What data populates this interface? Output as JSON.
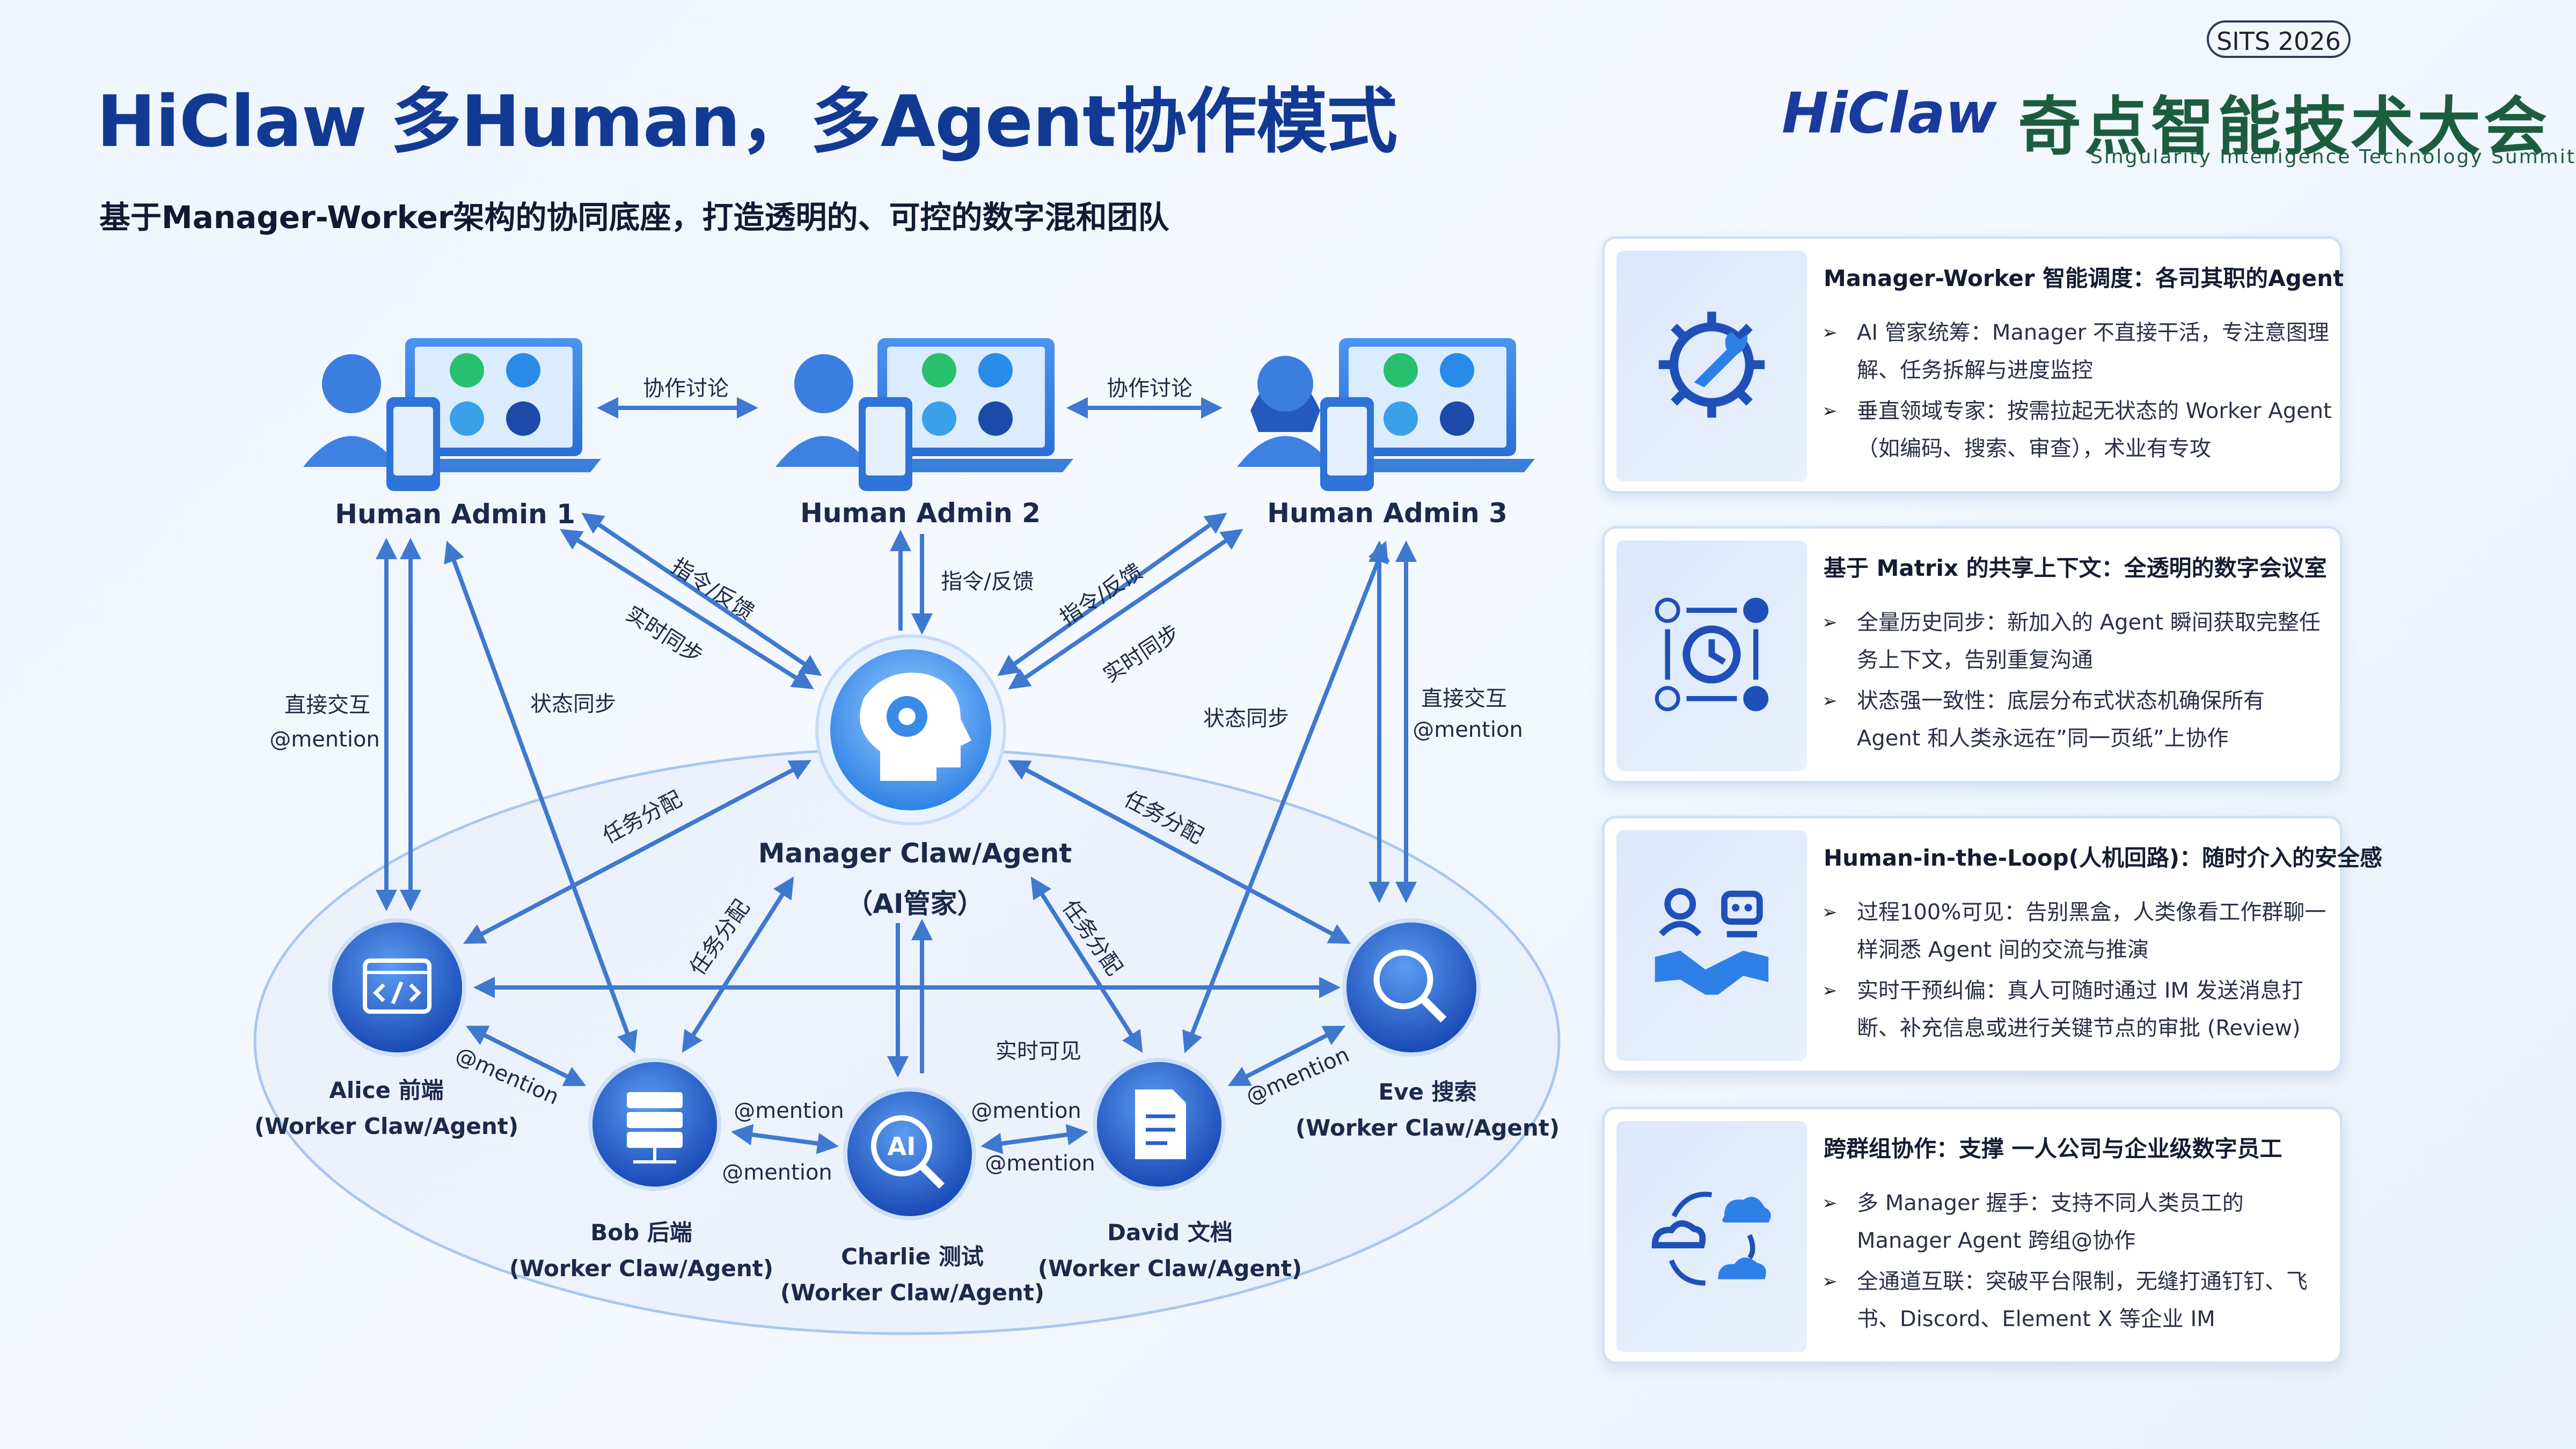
{
  "header": {
    "title": "HiClaw 多Human，多Agent协作模式",
    "subtitle": "基于Manager-Worker架构的协同底座，打造透明的、可控的数字混和团队",
    "badge": "SITS 2026",
    "logo_text": "HiClaw",
    "logo_cn": "奇点智能技术大会",
    "logo_en": "Singularity Intelligence Technology Summit"
  },
  "diagram": {
    "humans": [
      {
        "name": "Human Admin 1",
        "avatar": "male-user-icon"
      },
      {
        "name": "Human Admin 2",
        "avatar": "male-user-icon"
      },
      {
        "name": "Human Admin 3",
        "avatar": "female-user-icon"
      }
    ],
    "manager": {
      "name": "Manager Claw/Agent",
      "role": "（AI管家）",
      "icon": "ai-brain-gear-icon"
    },
    "workers": [
      {
        "name": "Alice 前端",
        "role": "(Worker Claw/Agent)",
        "icon": "code-window-icon"
      },
      {
        "name": "Bob 后端",
        "role": "(Worker Claw/Agent)",
        "icon": "server-icon"
      },
      {
        "name": "Charlie 测试",
        "role": "(Worker Claw/Agent)",
        "icon": "ai-magnifier-icon"
      },
      {
        "name": "David 文档",
        "role": "(Worker Claw/Agent)",
        "icon": "document-icon"
      },
      {
        "name": "Eve 搜索",
        "role": "(Worker Claw/Agent)",
        "icon": "search-icon"
      }
    ],
    "edge_labels": {
      "discuss": "协作讨论",
      "command": "指令/反馈",
      "realtime": "实时同步",
      "direct": "直接交互",
      "mention": "@mention",
      "status": "状态同步",
      "assign": "任务分配",
      "visible": "实时可见"
    }
  },
  "cards": [
    {
      "title": "Manager-Worker 智能调度：各司其职的Agent",
      "icon": "gear-wrench-icon",
      "items": [
        "AI 管家统筹：Manager 不直接干活，专注意图理解、任务拆解与进度监控",
        "垂直领域专家：按需拉起无状态的 Worker Agent（如编码、搜索、审查），术业有专攻"
      ]
    },
    {
      "title": "基于 Matrix 的共享上下文：全透明的数字会议室",
      "icon": "clock-sync-nodes-icon",
      "items": [
        "全量历史同步：新加入的 Agent 瞬间获取完整任务上下文，告别重复沟通",
        "状态强一致性：底层分布式状态机确保所有 Agent 和人类永远在”同一页纸”上协作"
      ]
    },
    {
      "title": "Human-in-the-Loop(人机回路)：随时介入的安全感",
      "icon": "handshake-human-robot-icon",
      "items": [
        "过程100%可见：告别黑盒，人类像看工作群聊一样洞悉 Agent 间的交流与推演",
        "实时干预纠偏：真人可随时通过 IM 发送消息打断、补充信息或进行关键节点的审批 (Review)"
      ]
    },
    {
      "title": "跨群组协作：支撑 一人公司与企业级数字员工",
      "icon": "cloud-sync-icon",
      "items": [
        "多 Manager 握手：支持不同人类员工的 Manager Agent 跨组@协作",
        "全通道互联：突破平台限制，无缝打通钉钉、飞书、Discord、Element X 等企业 IM"
      ]
    }
  ]
}
